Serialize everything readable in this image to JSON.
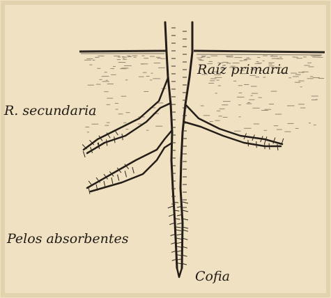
{
  "labels": {
    "primary_root": "Raíz primaria",
    "secondary_root": "R. secundaria",
    "root_hairs": "Pelos absorbentes",
    "root_cap": "Cofia"
  },
  "colors": {
    "paper": "#f1e4c8",
    "ink": "#1f1a14",
    "soil": "#3a3028"
  }
}
